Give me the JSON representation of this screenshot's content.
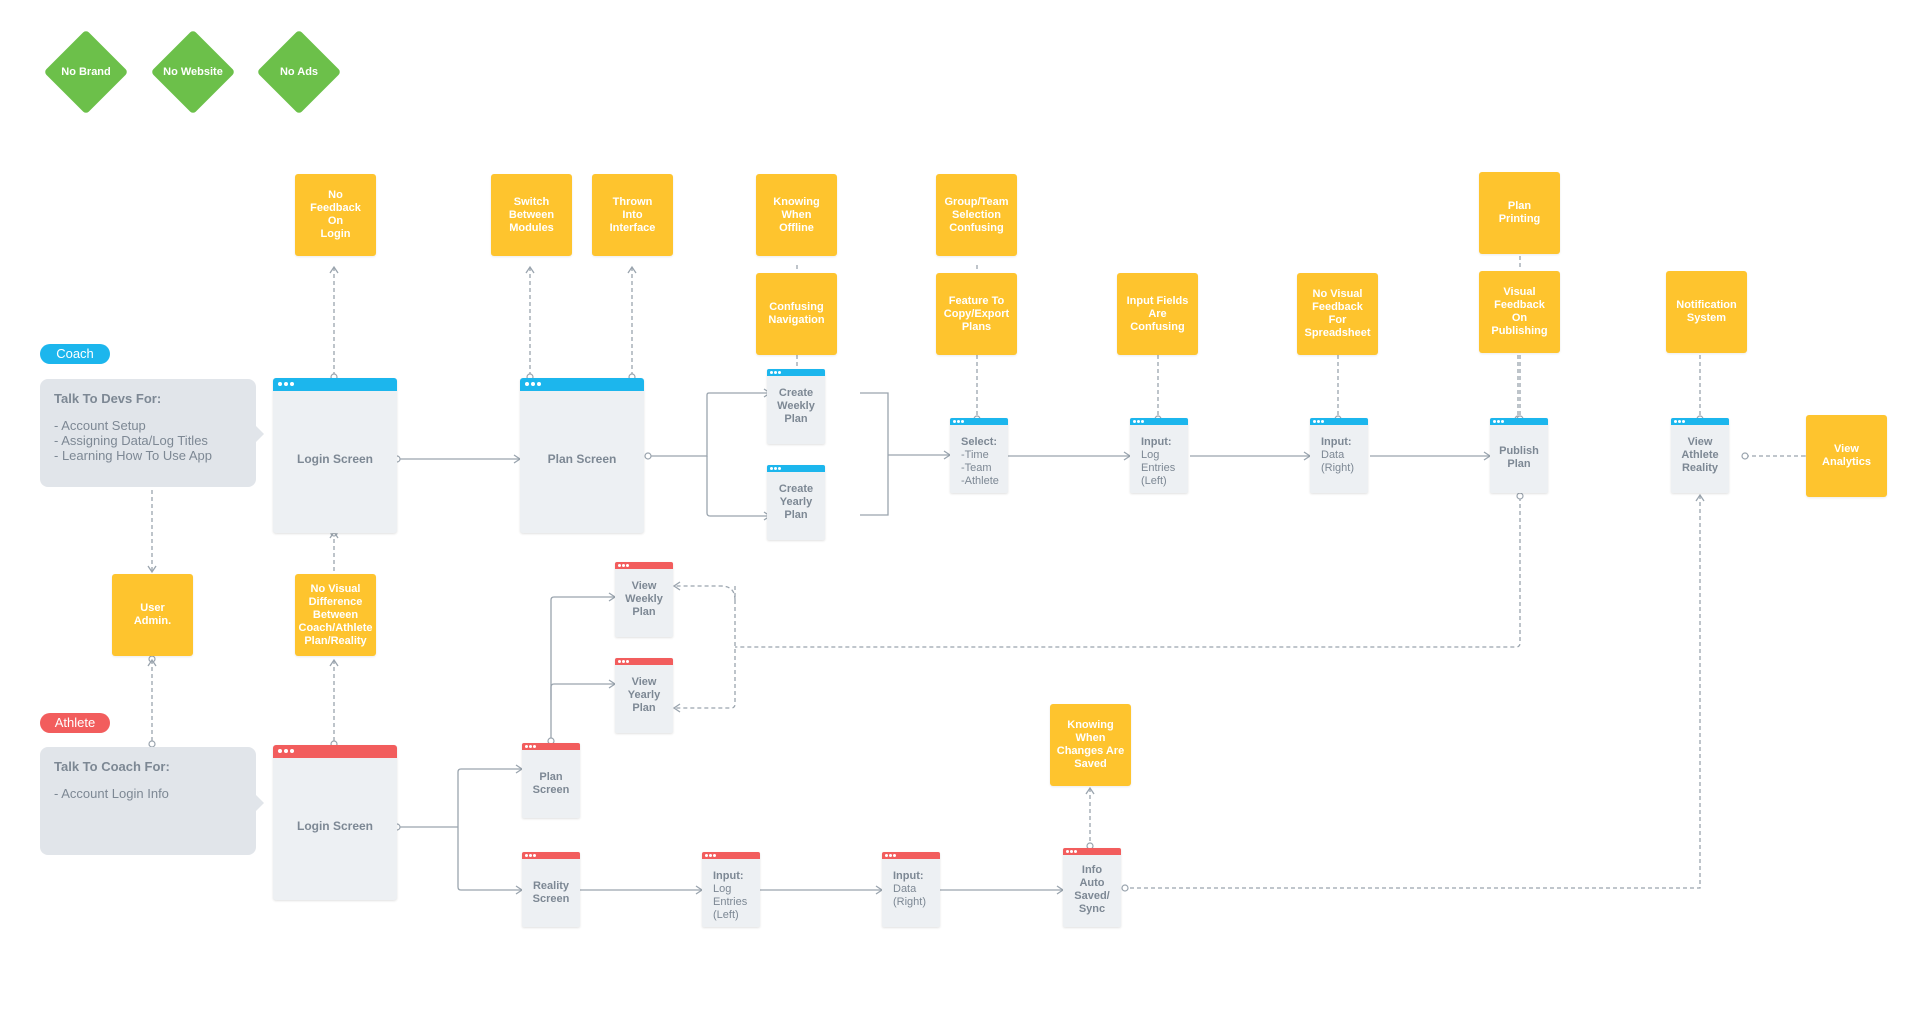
{
  "colors": {
    "coach": "#1cb6ed",
    "athlete": "#f25d5d",
    "note": "#fec42e",
    "constraint": "#6cc04a",
    "screen": "#edf0f3",
    "bubble": "#e1e5ea",
    "text": "#7d8894",
    "line": "#9aa4ae"
  },
  "constraints": [
    "No Brand",
    "No Website",
    "No Ads"
  ],
  "roles": {
    "coach": "Coach",
    "athlete": "Athlete"
  },
  "bubbles": {
    "coach": {
      "title": "Talk To Devs For:",
      "lines": [
        "- Account Setup",
        "- Assigning Data/Log Titles",
        "- Learning How To Use App"
      ]
    },
    "athlete": {
      "title": "Talk To Coach For:",
      "lines": [
        "- Account Login Info"
      ]
    }
  },
  "screens": {
    "coach_login": "Login Screen",
    "plan": "Plan Screen",
    "athlete_login": "Login Screen"
  },
  "steps": {
    "create_weekly": "Create\nWeekly\nPlan",
    "create_yearly": "Create\nYearly\nPlan",
    "select_title": "Select:",
    "select_body": "-Time\n-Team\n-Athlete",
    "input_log_title": "Input:",
    "input_log_body": "Log\nEntries\n(Left)",
    "input_data_title": "Input:",
    "input_data_body": "Data\n(Right)",
    "publish": "Publish\nPlan",
    "view_athlete_reality": "View\nAthlete\nReality",
    "view_weekly": "View\nWeekly\nPlan",
    "view_yearly": "View\nYearly\nPlan",
    "athlete_plan": "Plan\nScreen",
    "reality": "Reality\nScreen",
    "a_input_log_title": "Input:",
    "a_input_log_body": "Log\nEntries\n(Left)",
    "a_input_data_title": "Input:",
    "a_input_data_body": "Data\n(Right)",
    "auto_saved": "Info\nAuto\nSaved/\nSync"
  },
  "notes": {
    "no_feedback_login": "No\nFeedback\nOn\nLogin",
    "switch_modules": "Switch\nBetween\nModules",
    "thrown_interface": "Thrown\nInto\nInterface",
    "knowing_offline": "Knowing\nWhen\nOffline",
    "confusing_nav": "Confusing\nNavigation",
    "group_team": "Group/Team\nSelection\nConfusing",
    "copy_export": "Feature To\nCopy/Export\nPlans",
    "input_fields": "Input Fields\nAre\nConfusing",
    "no_visual_feedback_sheet": "No Visual\nFeedback\nFor\nSpreadsheet",
    "plan_printing": "Plan\nPrinting",
    "visual_feedback_publish": "Visual\nFeedback\nOn\nPublishing",
    "notification": "Notification\nSystem",
    "view_analytics": "View\nAnalytics",
    "user_admin": "User\nAdmin.",
    "no_visual_difference": "No Visual\nDifference\nBetween\nCoach/Athlete\nPlan/Reality",
    "knowing_saved": "Knowing\nWhen\nChanges Are\nSaved"
  }
}
